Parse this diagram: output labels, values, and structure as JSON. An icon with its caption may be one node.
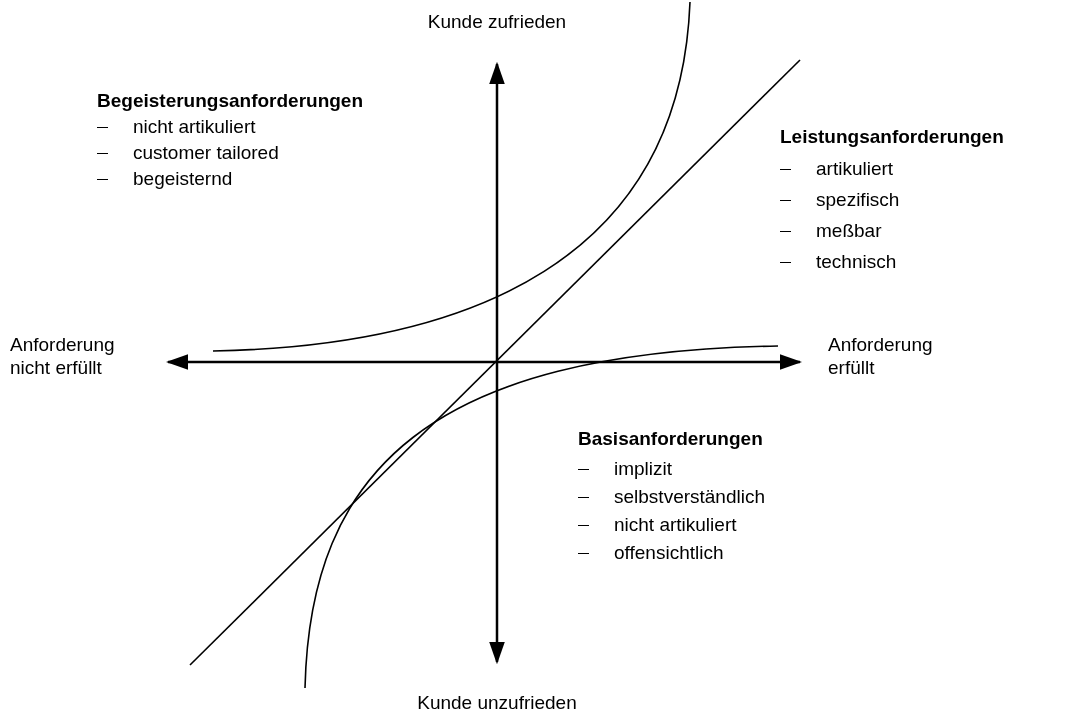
{
  "diagram": {
    "labels": [
      "Kunde zufrieden",
      "Begeisterungsanforderungen",
      "nicht artikuliert",
      "customer tailored",
      "begeisternd",
      "Leistungsanforderungen",
      "artikuliert",
      "spezifisch",
      "meßbar",
      "technisch",
      "Anforderung nicht erfüllt",
      "Anforderung erfüllt",
      "Basisanforderungen",
      "implizit",
      "selbstverständlich",
      "nicht artikuliert",
      "offensichtlich",
      "Kunde unzufrieden"
    ]
  }
}
